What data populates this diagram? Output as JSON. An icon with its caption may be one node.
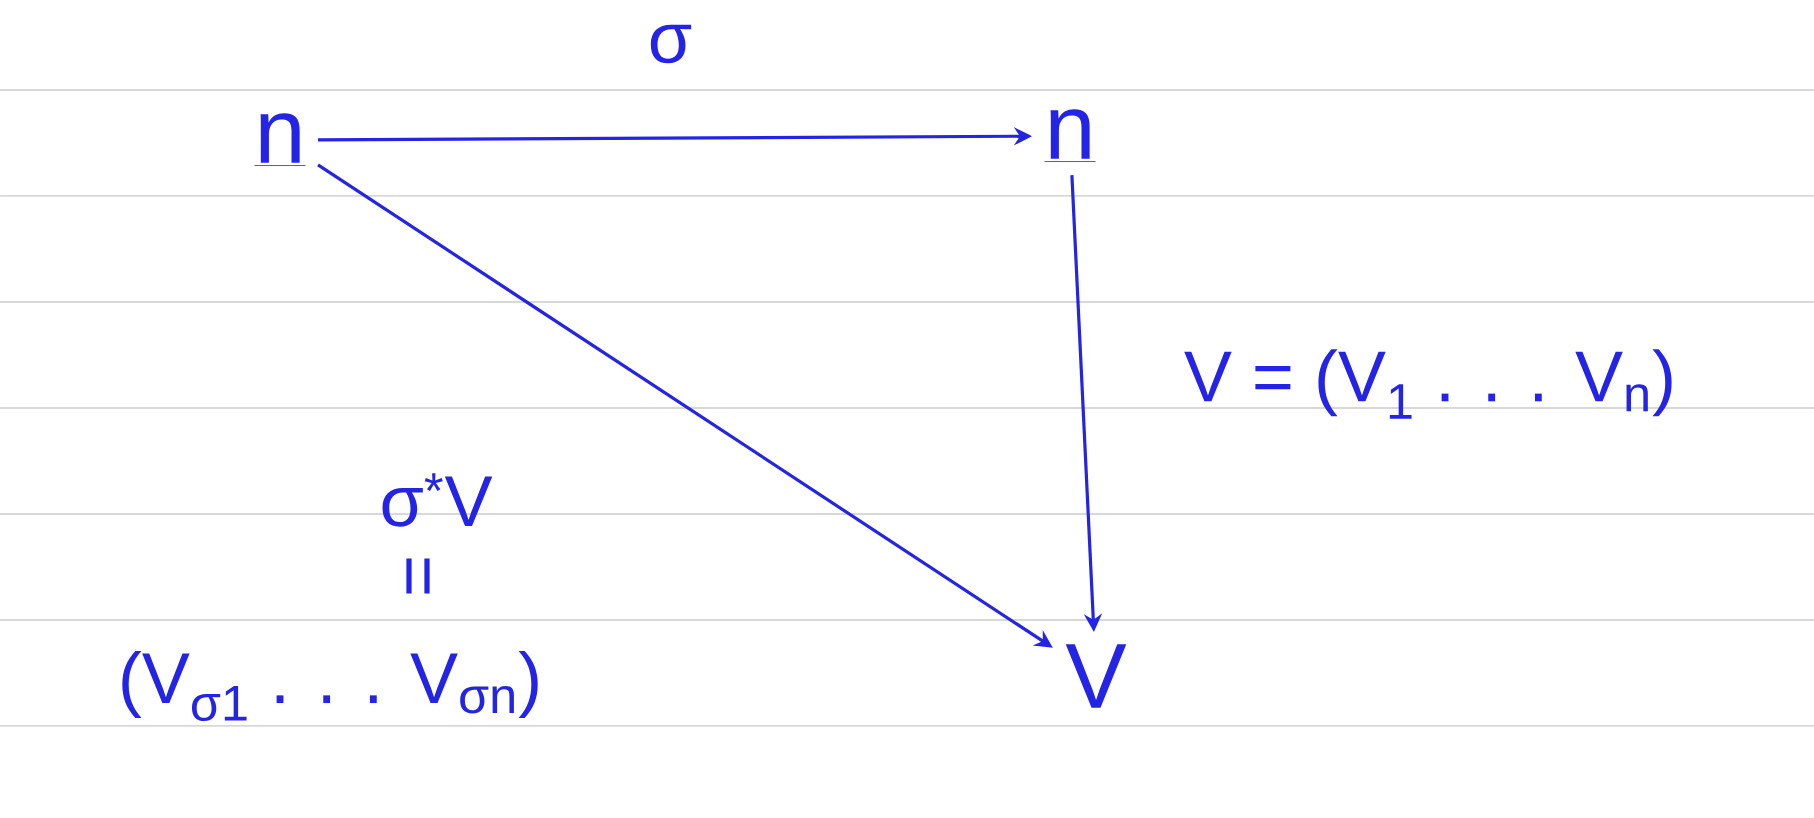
{
  "diagram": {
    "nodes": [
      {
        "text": [
          "n"
        ]
      },
      {
        "text": [
          "n"
        ]
      },
      {
        "text": [
          "V"
        ]
      }
    ],
    "edges": [
      {
        "from": 0,
        "to": 1,
        "arrow": "to",
        "label": "σ"
      },
      {
        "from": 1,
        "to": 2,
        "arrow": "to",
        "label": "V = (V$_{1}$ . . . V$_{n}$)"
      },
      {
        "from": 0,
        "to": 2,
        "arrow": "to",
        "label": "σ$^{*}$V"
      }
    ],
    "labels": [
      "=",
      "(V$_{σ1}$ . . . V$_{σn}$)"
    ]
  }
}
